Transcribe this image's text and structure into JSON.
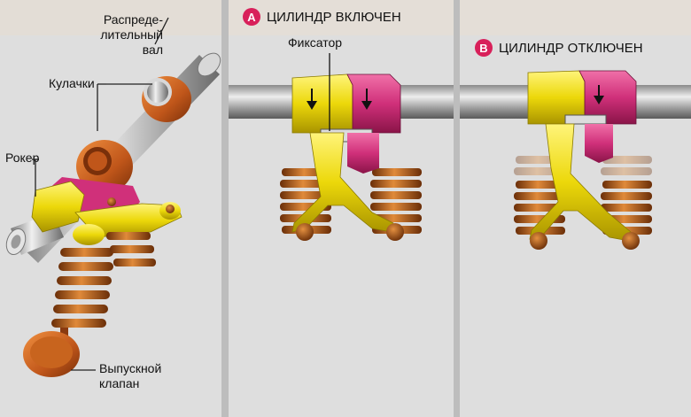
{
  "colors": {
    "background": "#dcdcdc",
    "accent_badge": "#d8205a",
    "shaft": "#b9b9b9",
    "cam_orange": "#d0641e",
    "rocker_yellow": "#f0e20a",
    "lock_magenta": "#d0307a",
    "spring_copper": "#c0621a"
  },
  "left_panel": {
    "label_shaft_line1": "Распреде-",
    "label_shaft_line2": "лительный",
    "label_shaft_line3": "вал",
    "label_cams": "Кулачки",
    "label_rocker": "Рокер",
    "label_valve_line1": "Выпускной",
    "label_valve_line2": "клапан"
  },
  "panel_a": {
    "badge": "A",
    "title": "ЦИЛИНДР ВКЛЮЧЕН",
    "label_lock": "Фиксатор"
  },
  "panel_b": {
    "badge": "B",
    "title": "ЦИЛИНДР ОТКЛЮЧЕН"
  }
}
